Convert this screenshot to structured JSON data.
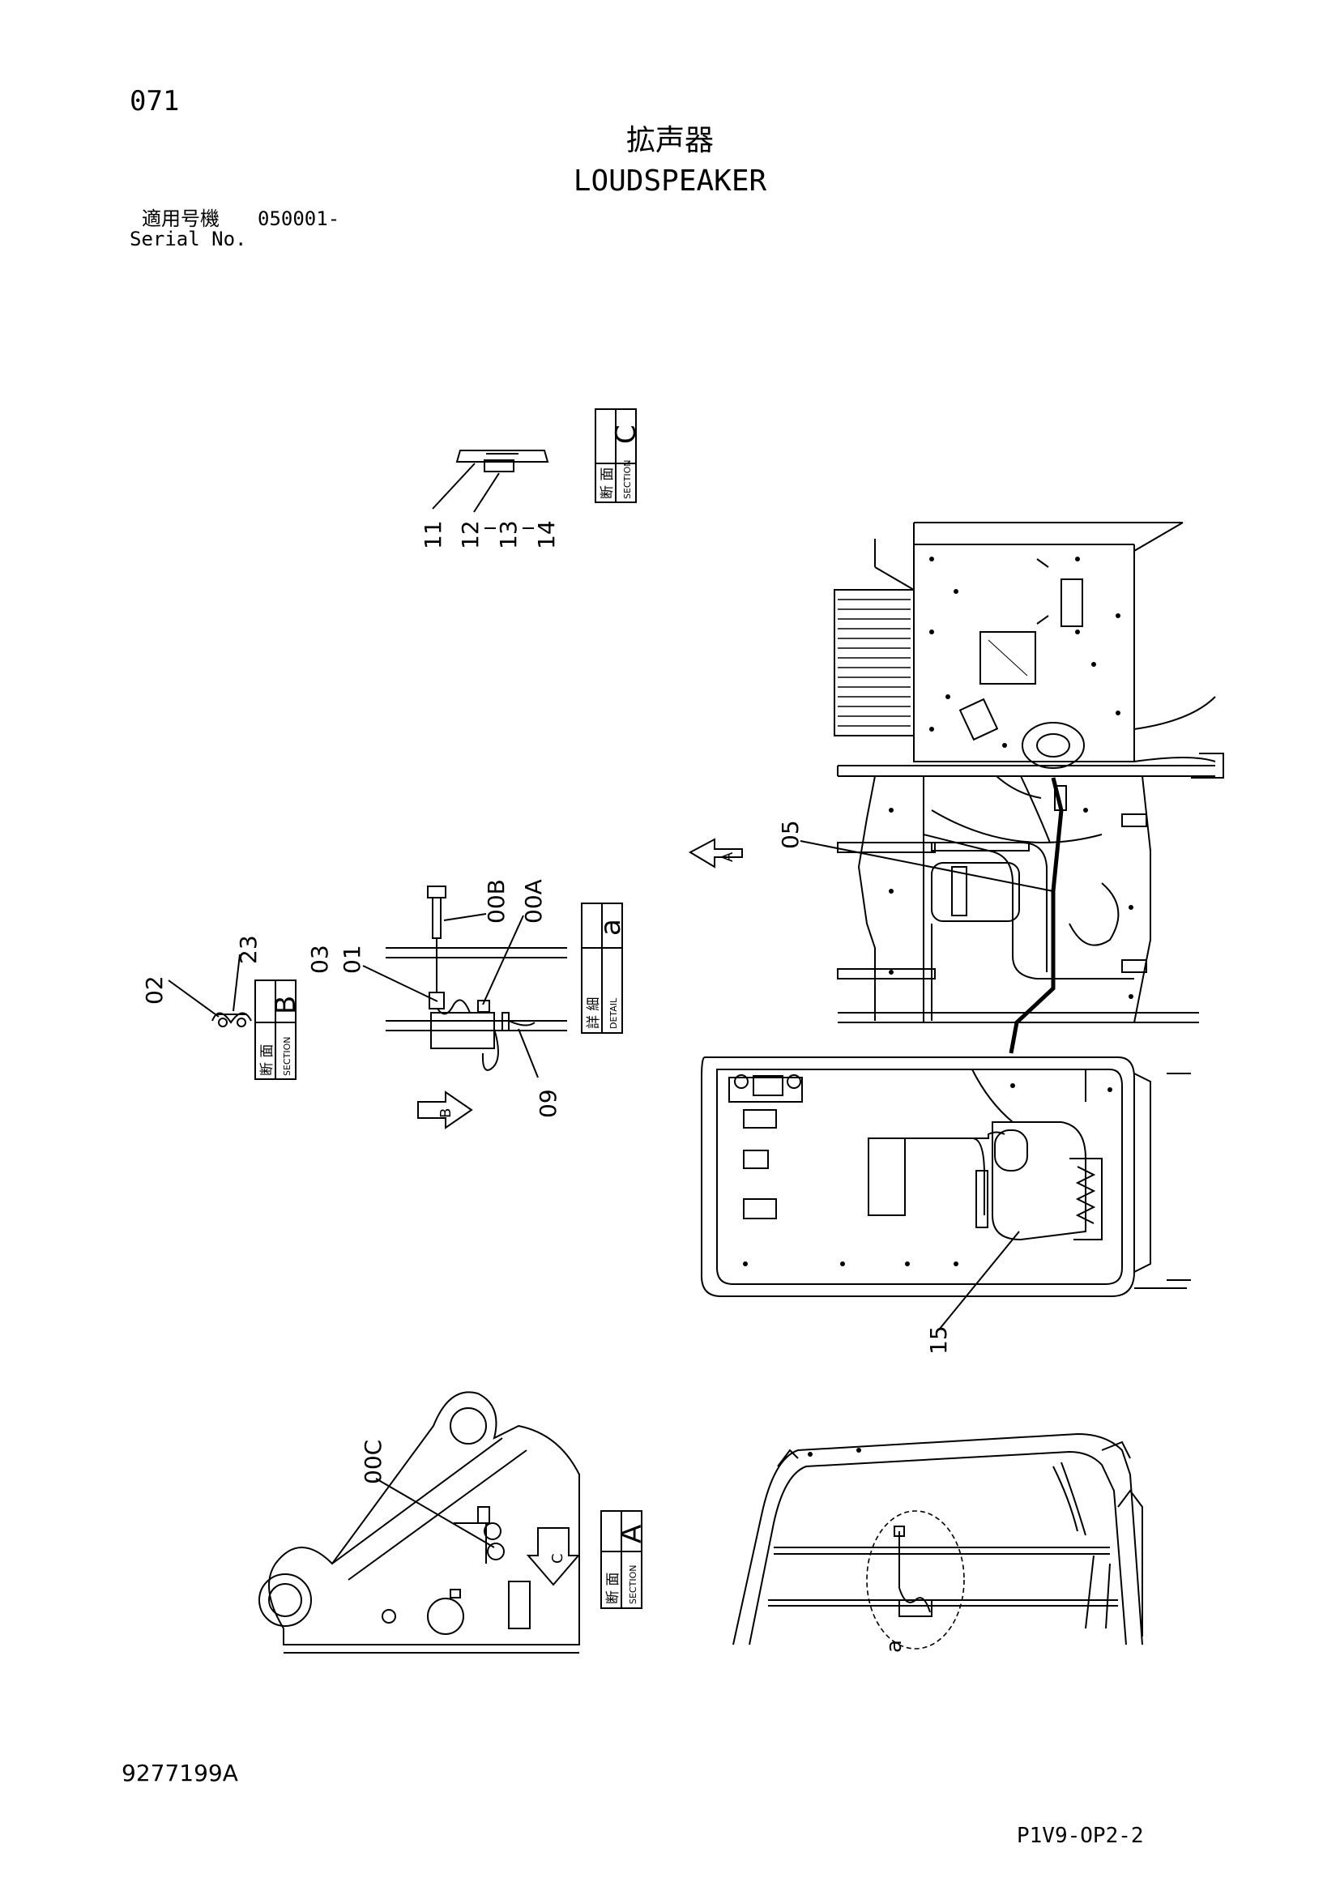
{
  "header": {
    "page_number": "071",
    "title_jp": "拡声器",
    "title_en": "LOUDSPEAKER",
    "serial_label_jp": "適用号機",
    "serial_value": "050001-",
    "serial_label_en": "Serial No."
  },
  "views": {
    "section_c": {
      "letter": "C",
      "kind_jp": "断 面",
      "kind_en": "SECTION"
    },
    "section_b": {
      "letter": "B",
      "kind_jp": "断 面",
      "kind_en": "SECTION"
    },
    "section_a": {
      "letter": "A",
      "kind_jp": "断 面",
      "kind_en": "SECTION"
    },
    "detail_a": {
      "letter": "a",
      "kind_jp": "詳 細",
      "kind_en": "DETAIL"
    }
  },
  "arrows": {
    "a": "A",
    "b": "B",
    "c": "C"
  },
  "detail_circle_label": "a",
  "callouts": {
    "p11": "11",
    "p12": "12",
    "p13": "13",
    "p14": "14",
    "p02": "02",
    "p23": "23",
    "p03": "03",
    "p01": "01",
    "p00B": "00B",
    "p00A": "00A",
    "p09": "09",
    "p05": "05",
    "p15": "15",
    "p00C": "00C"
  },
  "footer": {
    "doc_number": "9277199A",
    "page_code": "P1V9-OP2-2"
  }
}
